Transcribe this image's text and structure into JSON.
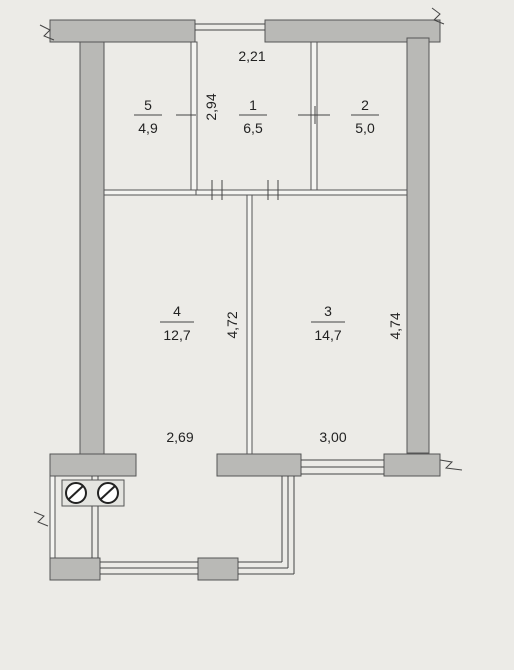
{
  "rooms": [
    {
      "number": "1",
      "area": "6,5"
    },
    {
      "number": "2",
      "area": "5,0"
    },
    {
      "number": "3",
      "area": "14,7"
    },
    {
      "number": "4",
      "area": "12,7"
    },
    {
      "number": "5",
      "area": "4,9"
    }
  ],
  "dimensions": {
    "top_width": "2,21",
    "corridor_height": "2,94",
    "room4_height": "4,72",
    "room3_height": "4,74",
    "room4_width": "2,69",
    "room3_width": "3,00"
  }
}
